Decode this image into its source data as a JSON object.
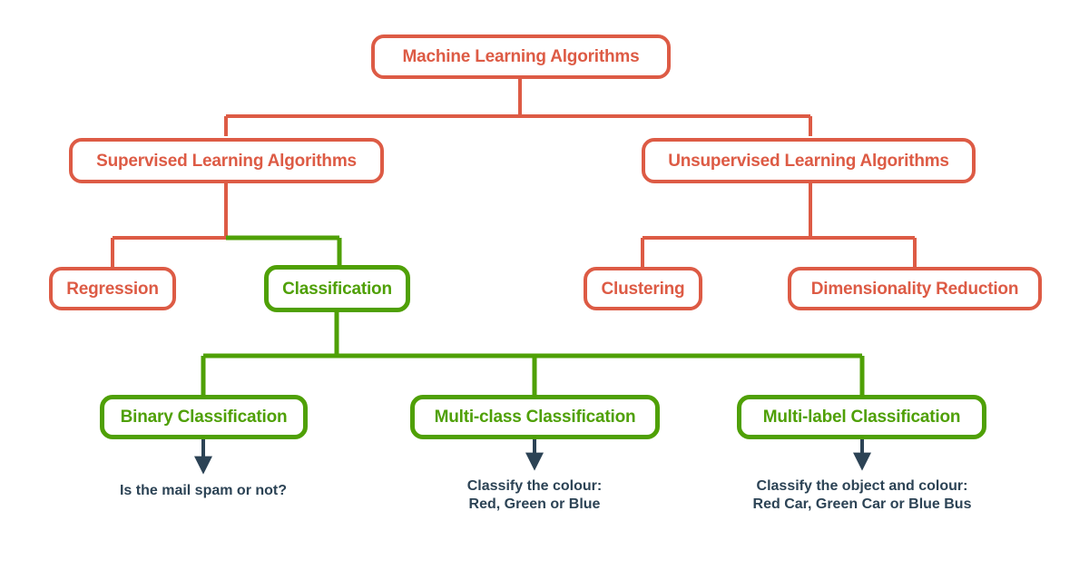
{
  "diagram": {
    "title": "Machine Learning Algorithms",
    "colors": {
      "red": "#DD5B45",
      "green": "#4FA006",
      "navy": "#2C4355",
      "background": "#FFFFFF"
    },
    "levels": {
      "root": {
        "label": "Machine Learning Algorithms"
      },
      "level1": [
        {
          "label": "Supervised Learning Algorithms"
        },
        {
          "label": "Unsupervised Learning Algorithms"
        }
      ],
      "level2": [
        {
          "label": "Regression"
        },
        {
          "label": "Classification"
        },
        {
          "label": "Clustering"
        },
        {
          "label": "Dimensionality Reduction"
        }
      ],
      "level3": [
        {
          "label": "Binary Classification"
        },
        {
          "label": "Multi-class Classification"
        },
        {
          "label": "Multi-label Classification"
        }
      ]
    },
    "captions": [
      {
        "text": "Is the mail spam or not?"
      },
      {
        "text": "Classify the colour:\nRed, Green or Blue"
      },
      {
        "text": "Classify the object and colour:\nRed Car, Green Car or Blue Bus"
      }
    ]
  }
}
